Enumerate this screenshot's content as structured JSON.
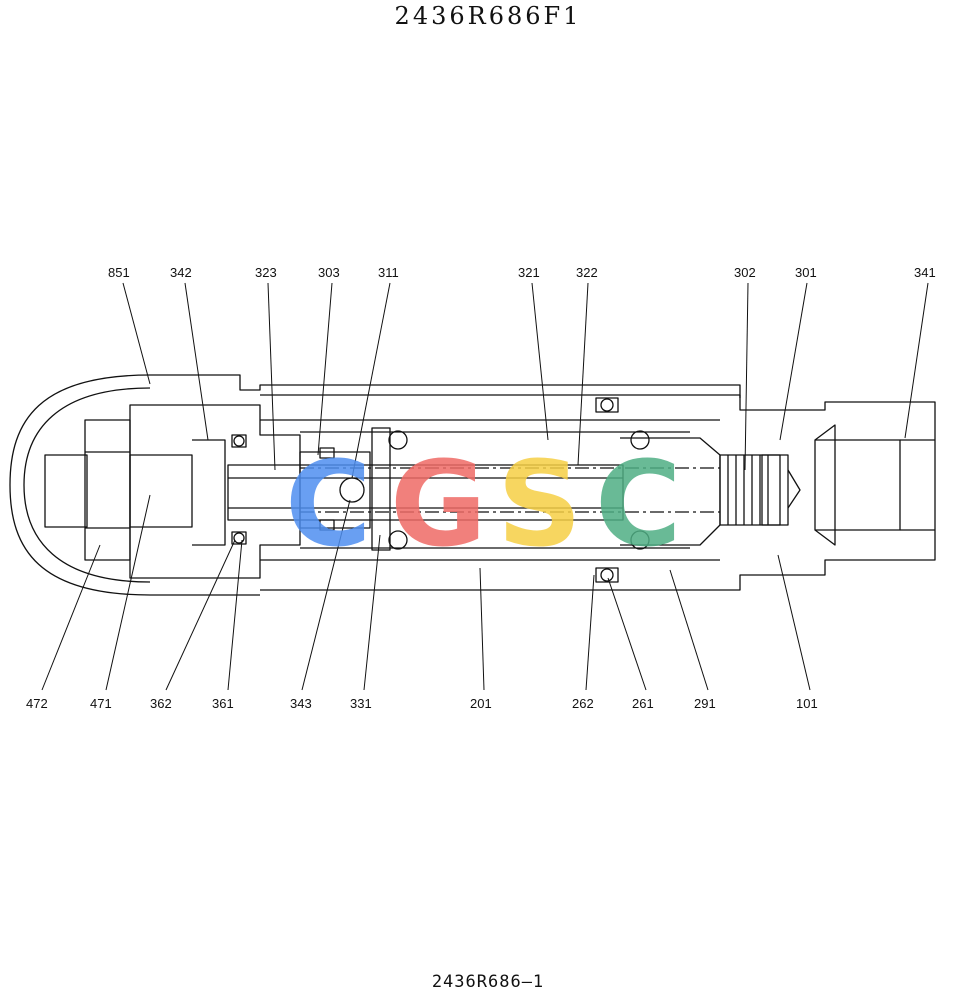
{
  "title": "2436R686F1",
  "drawing_number": "2436R686—1",
  "watermark": {
    "letters": [
      {
        "char": "C",
        "color": "#4f8ff0"
      },
      {
        "char": "G",
        "color": "#ef6b66"
      },
      {
        "char": "S",
        "color": "#f6cf45"
      },
      {
        "char": "C",
        "color": "#4fae84"
      }
    ]
  },
  "labels": {
    "top": [
      "851",
      "342",
      "323",
      "303",
      "311",
      "321",
      "322",
      "302",
      "301",
      "341"
    ],
    "bottom": [
      "472",
      "471",
      "362",
      "361",
      "343",
      "331",
      "201",
      "262",
      "261",
      "291",
      "101"
    ]
  }
}
